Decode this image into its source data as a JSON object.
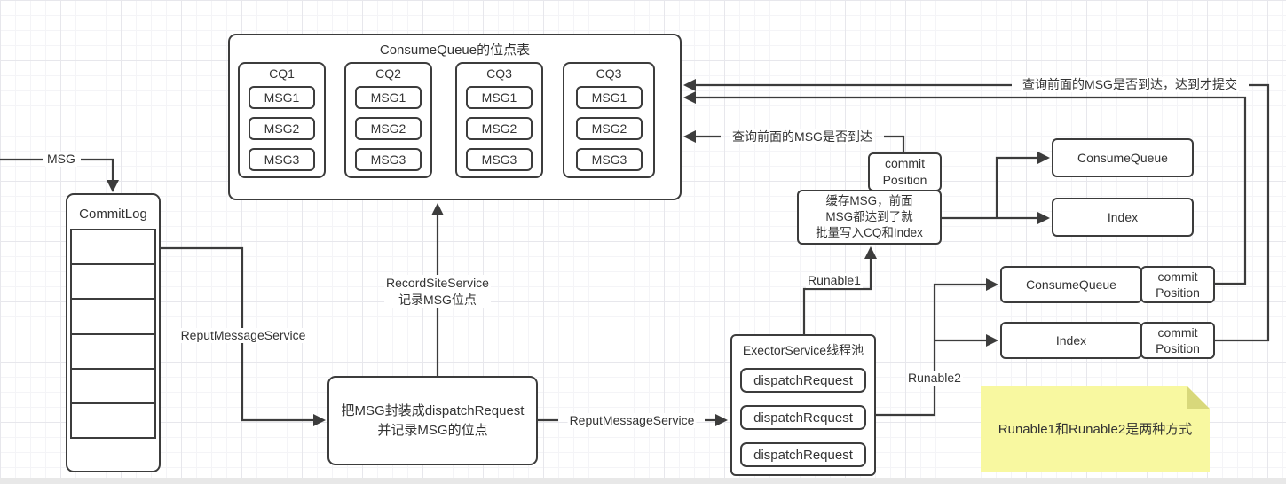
{
  "cq_table": {
    "title": "ConsumeQueue的位点表",
    "columns": [
      {
        "title": "CQ1",
        "msgs": [
          "MSG1",
          "MSG2",
          "MSG3"
        ]
      },
      {
        "title": "CQ2",
        "msgs": [
          "MSG1",
          "MSG2",
          "MSG3"
        ]
      },
      {
        "title": "CQ3",
        "msgs": [
          "MSG1",
          "MSG2",
          "MSG3"
        ]
      },
      {
        "title": "CQ3",
        "msgs": [
          "MSG1",
          "MSG2",
          "MSG3"
        ]
      }
    ]
  },
  "commitlog": {
    "title": "CommitLog"
  },
  "dispatch_box": {
    "line1": "把MSG封装成dispatchRequest",
    "line2": "并记录MSG的位点"
  },
  "executor": {
    "title": "ExectorService线程池",
    "items": [
      "dispatchRequest",
      "dispatchRequest",
      "dispatchRequest"
    ]
  },
  "cache_box": {
    "line1": "缓存MSG，前面",
    "line2": "MSG都达到了就",
    "line3": "批量写入CQ和Index"
  },
  "commit_position": {
    "line1": "commit",
    "line2": "Position"
  },
  "right_top": {
    "consume_queue": "ConsumeQueue",
    "index": "Index"
  },
  "right_bottom": {
    "consume_queue": "ConsumeQueue",
    "index": "Index"
  },
  "edge_labels": {
    "msg_in": "MSG",
    "reput_service_left": "ReputMessageService",
    "record_site_line1": "RecordSiteService",
    "record_site_line2": "记录MSG位点",
    "reput_service_mid": "ReputMessageService",
    "query_reach_commit": "查询前面的MSG是否到达，达到才提交",
    "query_reach": "查询前面的MSG是否到达",
    "runable1": "Runable1",
    "runable2": "Runable2"
  },
  "note": {
    "text": "Runable1和Runable2是两种方式"
  },
  "colors": {
    "stroke": "#3c3c3c",
    "text": "#333333",
    "note_bg": "#f8f8a0",
    "note_fold": "#d8d87b"
  }
}
